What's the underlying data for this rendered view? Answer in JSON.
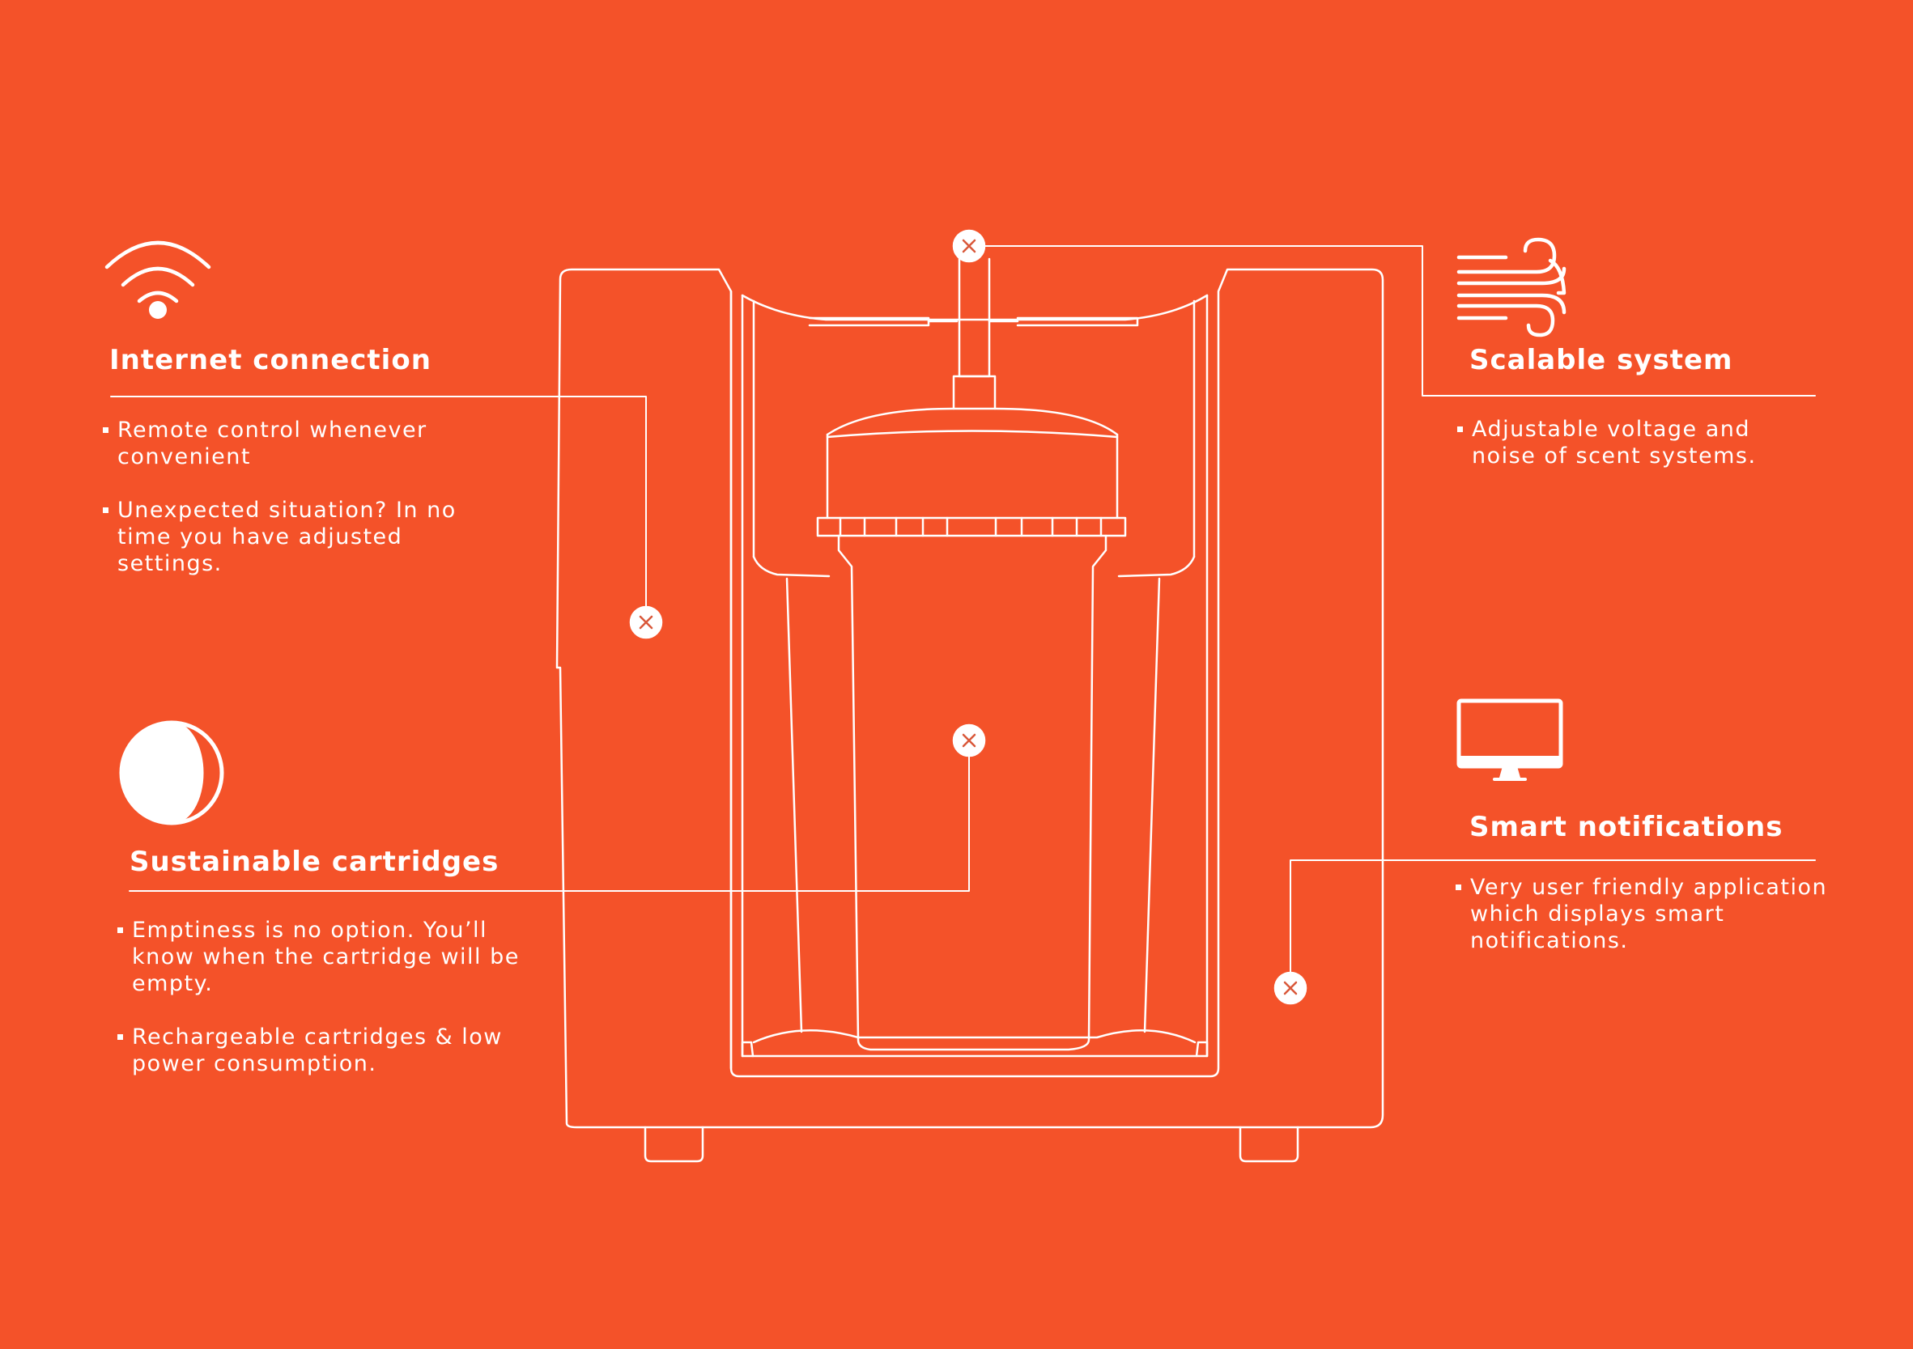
{
  "features": {
    "internet": {
      "title": "Internet connection",
      "icon": "wifi-icon",
      "bullets": [
        "Remote control whenever convenient",
        "Unexpected situation? In no time you have adjusted settings."
      ]
    },
    "scalable": {
      "title": "Scalable system",
      "icon": "wind-icon",
      "bullets": [
        "Adjustable voltage and noise of scent systems."
      ]
    },
    "cartridges": {
      "title": "Sustainable cartridges",
      "icon": "moon-phase-icon",
      "bullets": [
        "Emptiness is no option. You’ll know when the cartridge will be empty.",
        "Rechargeable cartridges & low power consumption."
      ]
    },
    "notifications": {
      "title": "Smart notifications",
      "icon": "monitor-icon",
      "bullets": [
        "Very user friendly application which displays smart notifications."
      ]
    }
  },
  "hotspot_icon": "close-icon",
  "colors": {
    "background": "#f45229",
    "line": "#ffffff",
    "hotspot_mark": "#d9583a"
  }
}
